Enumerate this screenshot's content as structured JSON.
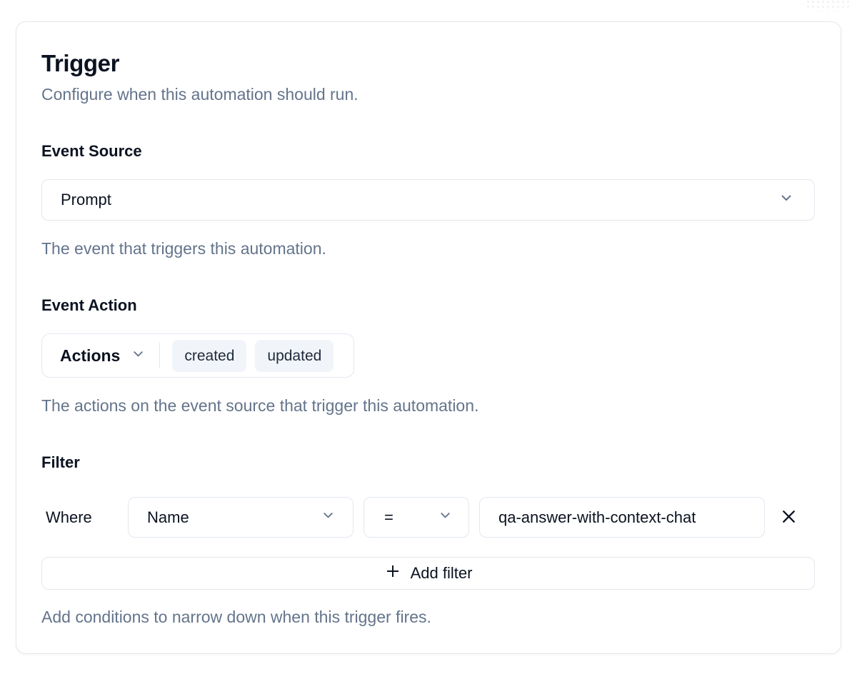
{
  "card": {
    "title": "Trigger",
    "subtitle": "Configure when this automation should run.",
    "event_source": {
      "label": "Event Source",
      "value": "Prompt",
      "helper": "The event that triggers this automation."
    },
    "event_action": {
      "label": "Event Action",
      "dropdown_label": "Actions",
      "tags": [
        "created",
        "updated"
      ],
      "helper": "The actions on the event source that trigger this automation."
    },
    "filter": {
      "label": "Filter",
      "where_label": "Where",
      "field": "Name",
      "operator": "=",
      "value": "qa-answer-with-context-chat",
      "add_button_label": "Add filter",
      "helper": "Add conditions to narrow down when this trigger fires."
    }
  },
  "icons": {
    "chevron_down": "⌄",
    "close": "✕",
    "plus": "+"
  },
  "colors": {
    "text": "#0b1220",
    "muted_text": "#64748b",
    "border": "#e3e7ee",
    "tag_background": "#f1f5f9",
    "background": "#ffffff"
  }
}
